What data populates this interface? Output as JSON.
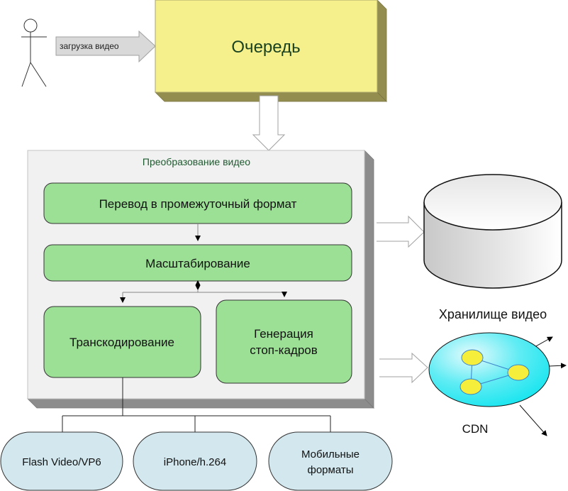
{
  "actor": {
    "label": "",
    "icon": "stick-figure-user"
  },
  "upload_arrow": {
    "label": "загрузка видео"
  },
  "queue": {
    "label": "Очередь",
    "color": "#f5f08c"
  },
  "transform": {
    "title": "Преобразование видео",
    "steps": {
      "intermediate": "Перевод в промежуточный формат",
      "scaling": "Масштабирование",
      "transcoding": "Транскодирование",
      "thumbnails_line1": "Генерация",
      "thumbnails_line2": "стоп-кадров"
    },
    "step_color": "#9ce096"
  },
  "outputs": {
    "flash": "Flash Video/VP6",
    "iphone": "iPhone/h.264",
    "mobile_line1": "Мобильные",
    "mobile_line2": "форматы",
    "color": "#d2e8ee"
  },
  "storage": {
    "label": "Хранилище видео"
  },
  "cdn": {
    "label": "CDN",
    "color": "#22e4f0",
    "node_color": "#f5ef3c"
  }
}
